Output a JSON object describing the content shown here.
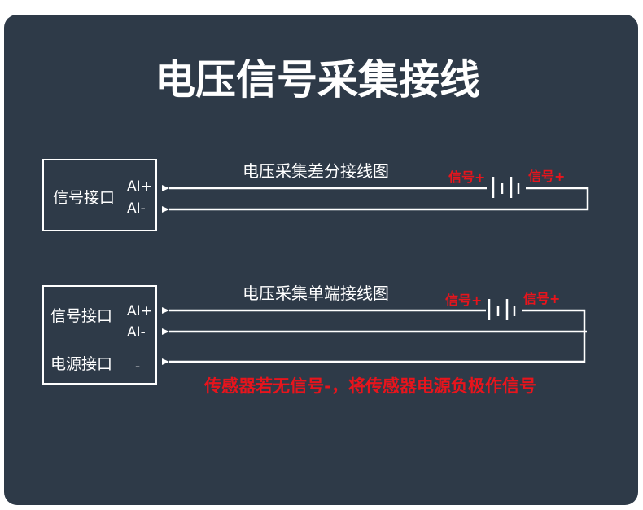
{
  "title": "电压信号采集接线",
  "diff": {
    "caption": "电压采集差分接线图",
    "box_label": "信号接口",
    "ai_plus": "AI+",
    "ai_minus": "AI-",
    "sig_left": "信号+",
    "sig_right": "信号+"
  },
  "single": {
    "caption": "电压采集单端接线图",
    "box_label": "信号接口",
    "ai_plus": "AI+",
    "ai_minus": "AI-",
    "power_label": "电源接口",
    "power_minus": "-",
    "sig_left": "信号+",
    "sig_right": "信号+",
    "note": "传感器若无信号-，将传感器电源负极作信号"
  },
  "colors": {
    "panel": "#2e3a48",
    "accent": "#e8141c",
    "line": "#ffffff"
  }
}
